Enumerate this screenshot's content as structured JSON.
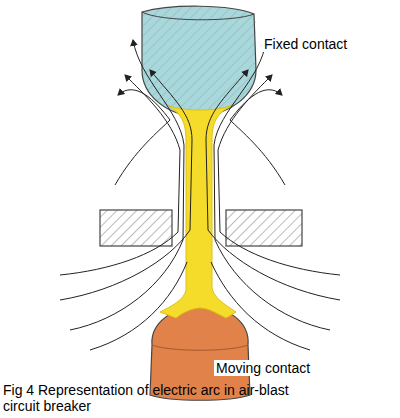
{
  "diagram": {
    "caption": "Fig 4 Representation of electric arc in air-blast circuit breaker",
    "labels": [
      "Fixed contact",
      "Moving contact"
    ]
  }
}
